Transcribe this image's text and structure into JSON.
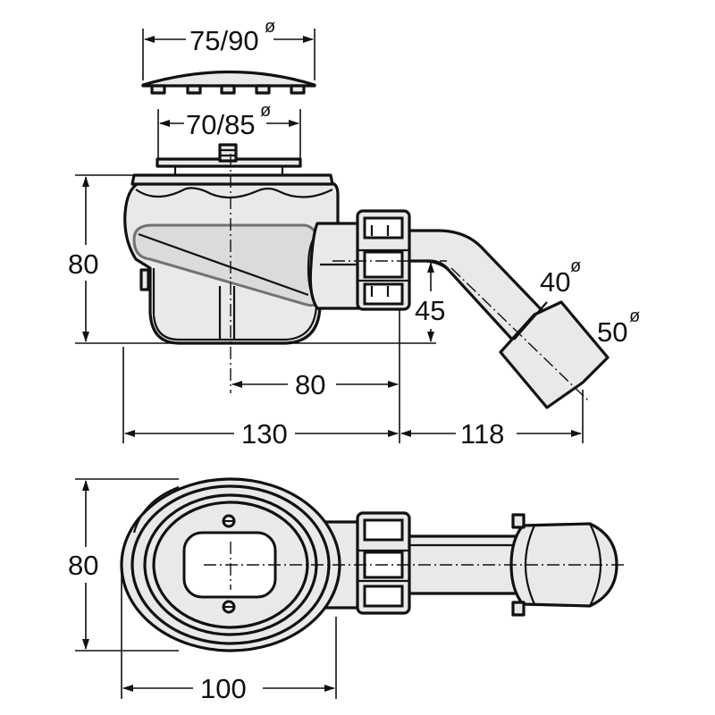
{
  "side_view": {
    "cover_diameter": {
      "value": "75/90",
      "symbol": "ø"
    },
    "grate_diameter": {
      "value": "70/85",
      "symbol": "ø"
    },
    "height": "80",
    "outlet_height": "45",
    "center_to_outlet": "80",
    "body_length": "130",
    "outlet_length": "118",
    "pipe_diameter": {
      "value": "40",
      "symbol": "ø"
    },
    "outlet_diameter": {
      "value": "50",
      "symbol": "ø"
    }
  },
  "top_view": {
    "height": "80",
    "body_width": "100"
  }
}
